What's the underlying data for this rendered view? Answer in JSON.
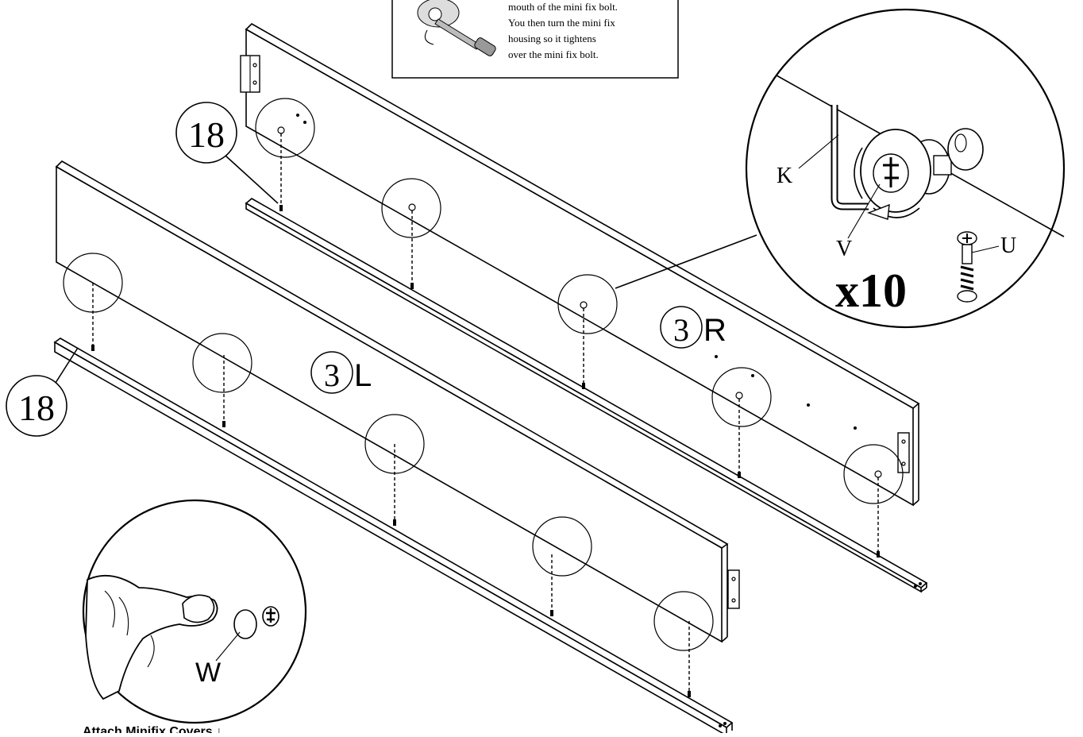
{
  "instruction_box": {
    "lines": [
      "mouth of the mini fix bolt.",
      "You then turn the mini fix",
      "housing so it tightens",
      "over the mini fix bolt."
    ]
  },
  "labels": {
    "rail_top": "18",
    "rail_bottom": "18",
    "panel_left": "3",
    "panel_left_suffix": "L",
    "panel_right": "3",
    "panel_right_suffix": "R",
    "tool_k": "K",
    "part_v": "V",
    "part_u": "U",
    "part_w": "W",
    "quantity": "x10"
  },
  "caption": "Attach Minifix Covers ↓"
}
